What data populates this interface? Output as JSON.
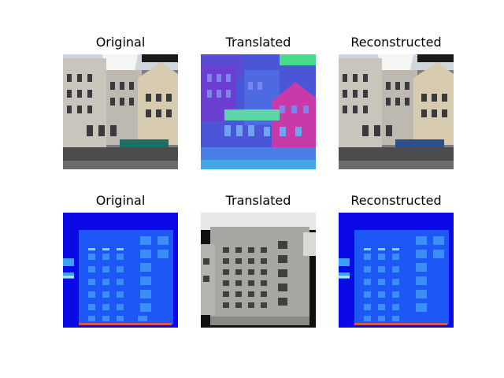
{
  "figure": {
    "rows": [
      {
        "panels": [
          {
            "title": "Original",
            "image": "photo-facade"
          },
          {
            "title": "Translated",
            "image": "label-map-facade"
          },
          {
            "title": "Reconstructed",
            "image": "photo-facade"
          }
        ]
      },
      {
        "panels": [
          {
            "title": "Original",
            "image": "label-map-facade"
          },
          {
            "title": "Translated",
            "image": "photo-facade"
          },
          {
            "title": "Reconstructed",
            "image": "label-map-facade"
          }
        ]
      }
    ]
  }
}
